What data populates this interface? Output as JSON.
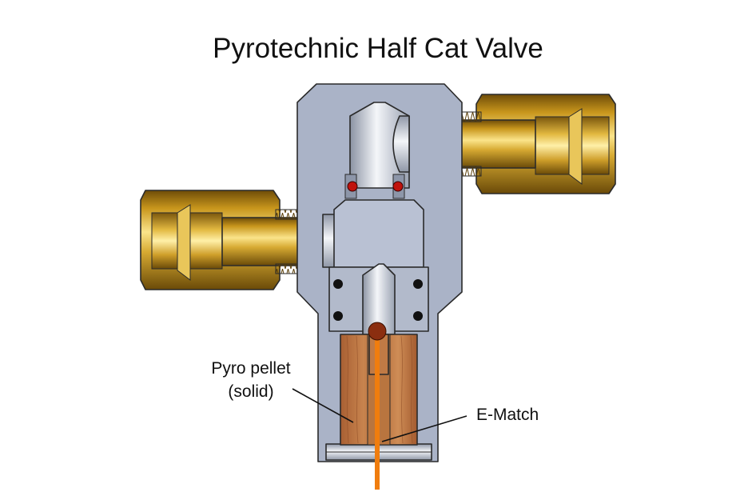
{
  "title": "Pyrotechnic Half Cat Valve",
  "labels": {
    "pyro_pellet_line1": "Pyro pellet",
    "pyro_pellet_line2": "(solid)",
    "e_match": "E-Match"
  },
  "colors": {
    "body_steel": "#aab3c7",
    "brass": "#c9a227",
    "pellet_wood": "#b7703f",
    "e_match_wire": "#f07d0e",
    "e_match_head": "#8b2e10",
    "o_ring_red": "#c0120c",
    "o_ring_black": "#111111"
  }
}
